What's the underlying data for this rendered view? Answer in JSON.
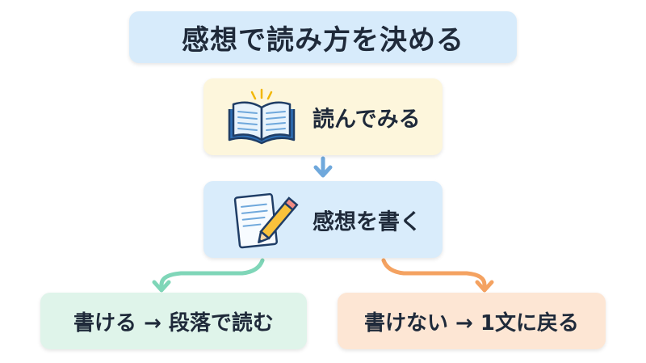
{
  "title": "感想で読み方を決める",
  "steps": [
    {
      "label": "読んでみる",
      "icon": "open-book-icon"
    },
    {
      "label": "感想を書く",
      "icon": "writing-pencil-icon"
    }
  ],
  "outcomes": {
    "left": "書ける → 段落で読む",
    "right": "書けない → 1文に戻る"
  },
  "colors": {
    "title_bg": "#d7ebfb",
    "step1_bg": "#fdf6dc",
    "step2_bg": "#d9ecfb",
    "left_bg": "#dff4ea",
    "right_bg": "#fde6d4",
    "arrow_blue": "#6fa8dc",
    "arrow_green": "#7fd6b8",
    "arrow_orange": "#f4a261"
  }
}
